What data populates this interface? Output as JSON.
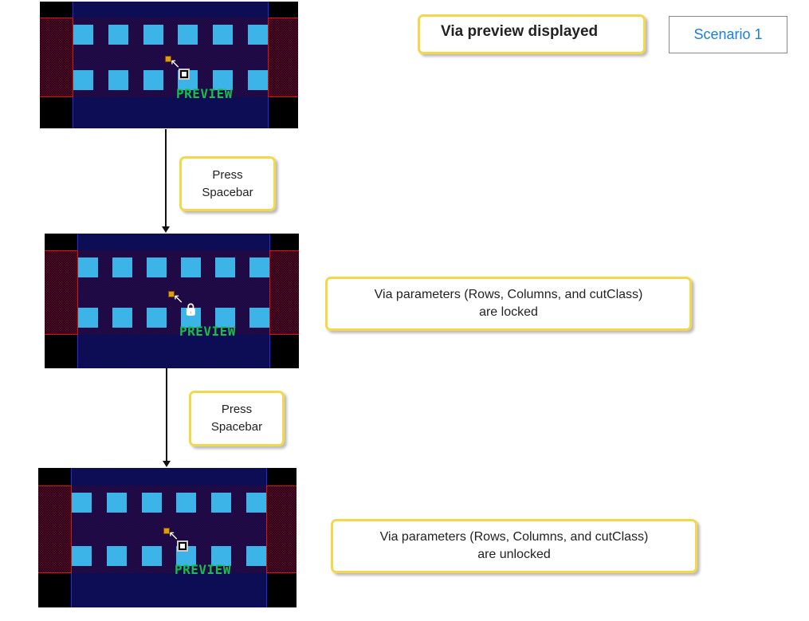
{
  "title": "Via preview displayed",
  "scenario": "Scenario 1",
  "steps": [
    {
      "label_line1": "Press",
      "label_line2": "Spacebar"
    },
    {
      "label_line1": "Press",
      "label_line2": "Spacebar"
    }
  ],
  "states": [
    {
      "line1": "Via parameters (Rows, Columns, and cutClass)",
      "line2": "are locked"
    },
    {
      "line1": "Via parameters (Rows, Columns, and cutClass)",
      "line2": "are unlocked"
    }
  ],
  "panels": [
    {
      "overlay_text": "PREVIEW",
      "icon": "snap-icon"
    },
    {
      "overlay_text": "PREVIEW",
      "icon": "lock-icon"
    },
    {
      "overlay_text": "PREVIEW",
      "icon": "snap-icon"
    }
  ],
  "colors": {
    "accent_border": "#f5d84a",
    "scenario_text": "#1a7fe0",
    "preview_text": "#10c050"
  }
}
